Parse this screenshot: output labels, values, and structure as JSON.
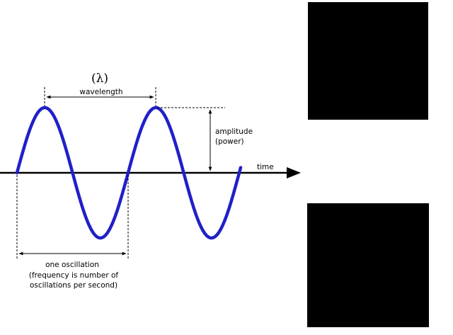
{
  "diagram": {
    "lambda_label": "(λ)",
    "wavelength_label": "wavelength",
    "amplitude_label_line1": "amplitude",
    "amplitude_label_line2": "(power)",
    "time_label": "time",
    "oscillation_label": "one oscillation",
    "frequency_note_line1": "(frequency is number of",
    "frequency_note_line2": "oscillations per second)"
  },
  "colors": {
    "wave": "#2020c8",
    "ink": "#000000",
    "blocks": "#000000",
    "background": "#ffffff"
  }
}
